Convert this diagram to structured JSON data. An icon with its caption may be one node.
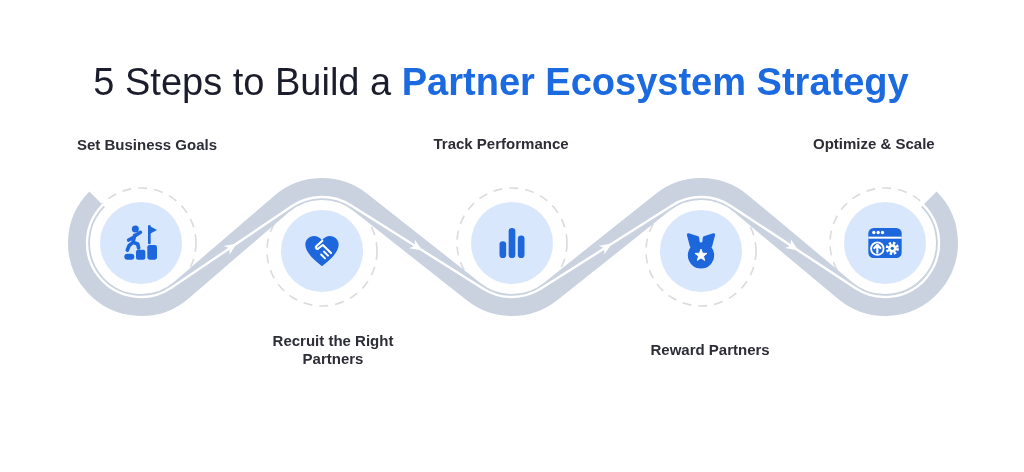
{
  "diagram": {
    "title": "5 Steps to Build a **Partner Ecosystem Strategy**",
    "nodes": [
      {
        "text": [
          "Set Business Goals"
        ]
      },
      {
        "text": [
          "Recruit the Right Partners"
        ]
      },
      {
        "text": [
          "Track Performance"
        ]
      },
      {
        "text": [
          "Reward Partners"
        ]
      },
      {
        "text": [
          "Optimize & Scale"
        ]
      }
    ],
    "edges": [
      {
        "from": 0,
        "to": 1,
        "arrow": "to"
      },
      {
        "from": 1,
        "to": 2,
        "arrow": "to"
      },
      {
        "from": 2,
        "to": 3,
        "arrow": "to"
      },
      {
        "from": 3,
        "to": 4,
        "arrow": "to"
      }
    ]
  }
}
